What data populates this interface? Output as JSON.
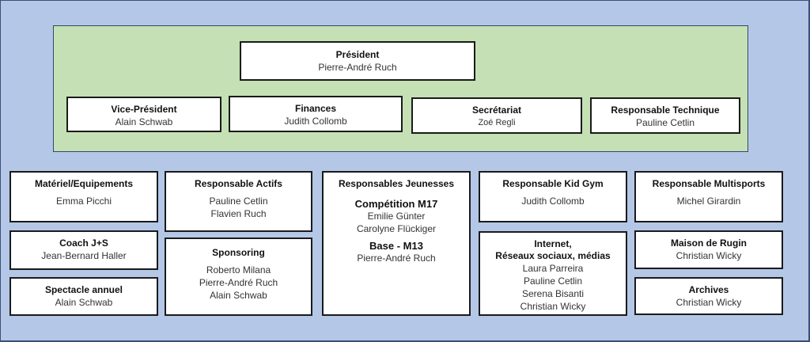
{
  "colors": {
    "background": "#b4c7e7",
    "board_panel": "#c5e0b4",
    "box_fill": "#ffffff",
    "box_border": "#1a1a1a",
    "frame_border": "#3a5078"
  },
  "board": {
    "president": {
      "title": "Président",
      "names": [
        "Pierre-André Ruch"
      ]
    },
    "vice_president": {
      "title": "Vice-Président",
      "names": [
        "Alain Schwab"
      ]
    },
    "finances": {
      "title": "Finances",
      "names": [
        "Judith Collomb"
      ]
    },
    "secretariat": {
      "title": "Secrétariat",
      "names": [
        "Zoé Regli"
      ]
    },
    "technique": {
      "title": "Responsable Technique",
      "names": [
        "Pauline Cetlin"
      ]
    }
  },
  "roles": {
    "materiel": {
      "title": "Matériel/Equipements",
      "names": [
        "Emma Picchi"
      ]
    },
    "coach": {
      "title": "Coach J+S",
      "names": [
        "Jean-Bernard Haller"
      ]
    },
    "spectacle": {
      "title": "Spectacle annuel",
      "names": [
        "Alain Schwab"
      ]
    },
    "actifs": {
      "title": "Responsable Actifs",
      "names": [
        "Pauline Cetlin",
        "Flavien Ruch"
      ]
    },
    "sponsoring": {
      "title": "Sponsoring",
      "names": [
        "Roberto Milana",
        "Pierre-André Ruch",
        "Alain Schwab"
      ]
    },
    "jeunesses": {
      "title": "Responsables Jeunesses",
      "groups": [
        {
          "title": "Compétition M17",
          "names": [
            "Emilie Günter",
            "Carolyne Flückiger"
          ]
        },
        {
          "title": "Base - M13",
          "names": [
            "Pierre-André Ruch"
          ]
        }
      ]
    },
    "kidgym": {
      "title": "Responsable Kid Gym",
      "names": [
        "Judith Collomb"
      ]
    },
    "internet": {
      "title_line1": "Internet,",
      "title_line2": "Réseaux sociaux, médias",
      "names": [
        "Laura Parreira",
        "Pauline Cetlin",
        "Serena Bisanti",
        "Christian Wicky"
      ]
    },
    "multisports": {
      "title": "Responsable Multisports",
      "names": [
        "Michel Girardin"
      ]
    },
    "rugin": {
      "title": "Maison de Rugin",
      "names": [
        "Christian Wicky"
      ]
    },
    "archives": {
      "title": "Archives",
      "names": [
        "Christian Wicky"
      ]
    }
  }
}
